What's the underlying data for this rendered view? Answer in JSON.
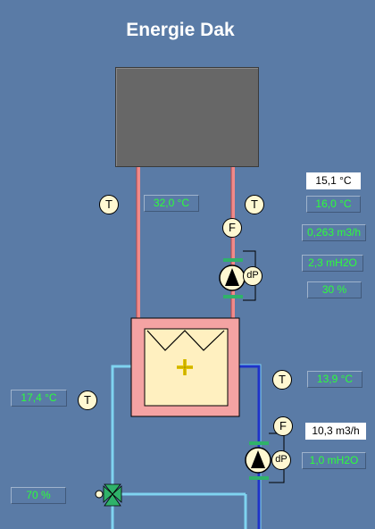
{
  "title": "Energie Dak",
  "sensors": {
    "temp": "T",
    "flow": "F",
    "pressure": "dP"
  },
  "readings": {
    "r1": "15,1 °C",
    "r2": "32,0 °C",
    "r3": "16,0 °C",
    "r4": "0,263 m3/h",
    "r5": "2,3 mH2O",
    "r6": "30 %",
    "r7": "13,9 °C",
    "r8": "17,4 °C",
    "r9": "10,3 m3/h",
    "r10": "1,0 mH2O",
    "r11": "70 %"
  },
  "colors": {
    "background": "#5a7ba6",
    "hot_pipe": "#f08a8a",
    "cold_pipe_light": "#7fd3f0",
    "cold_pipe_dark": "#1f33c8",
    "value_text": "#2cff3a"
  }
}
